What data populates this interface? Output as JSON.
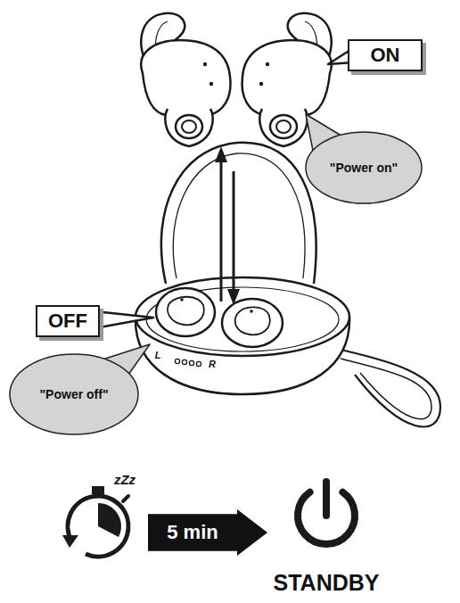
{
  "diagram": {
    "nodes": [
      {
        "text": [
          "ON"
        ]
      },
      {
        "text": [
          "\"Power on\""
        ]
      },
      {
        "text": [
          "OFF"
        ]
      },
      {
        "text": [
          "\"Power off\""
        ]
      },
      {
        "text": [
          "5 min"
        ]
      }
    ],
    "labels": [
      "L",
      "R",
      "zZz",
      "STANDBY"
    ]
  }
}
